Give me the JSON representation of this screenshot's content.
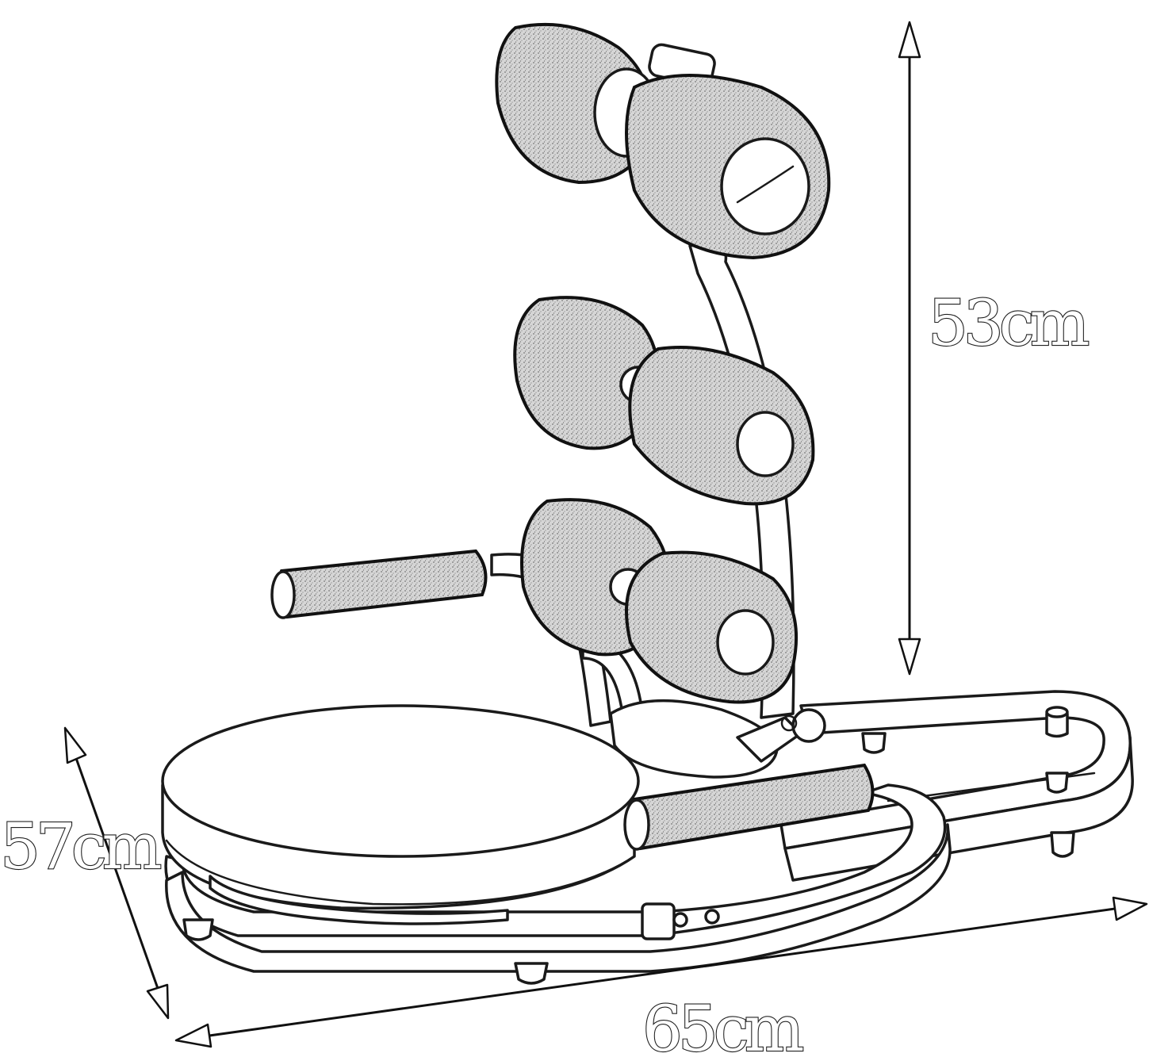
{
  "dimensions": {
    "height": "53cm",
    "depth": "57cm",
    "width": "65cm"
  },
  "colors": {
    "line": "#1a1a1a",
    "foam": "#cfcfcf",
    "background": "#ffffff"
  }
}
